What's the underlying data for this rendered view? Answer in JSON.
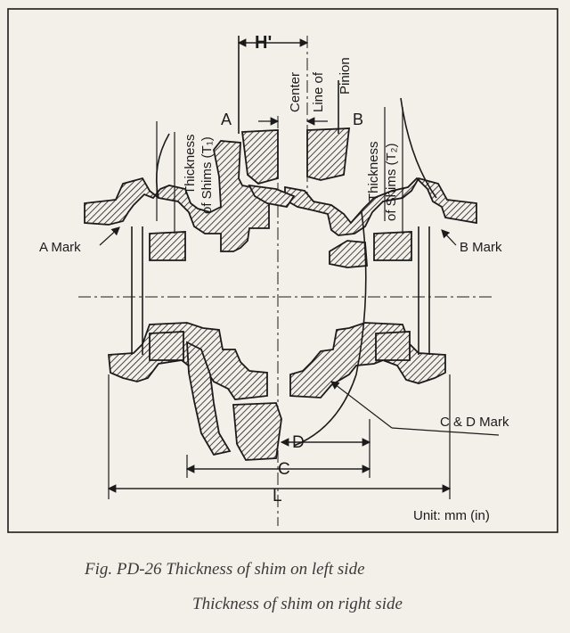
{
  "labels": {
    "h_prime": "H'",
    "center_line": [
      "Center",
      "Line of",
      "Pinion"
    ],
    "a": "A",
    "b": "B",
    "shims_t1": [
      "Thickness",
      "of Shims (T₁)"
    ],
    "shims_t2": [
      "Thickness",
      "of Shims (T₂)"
    ],
    "a_mark": "A Mark",
    "b_mark": "B Mark",
    "cd_mark": "C & D Mark",
    "d": "D",
    "c": "C",
    "l": "L",
    "unit": "Unit:  mm (in)"
  },
  "caption": {
    "line1": "Fig. PD-26  Thickness of shim on left side",
    "line2": "Thickness of shim on right side"
  },
  "colors": {
    "ink": "#1b1b1b",
    "paper": "#f3f0ea"
  }
}
